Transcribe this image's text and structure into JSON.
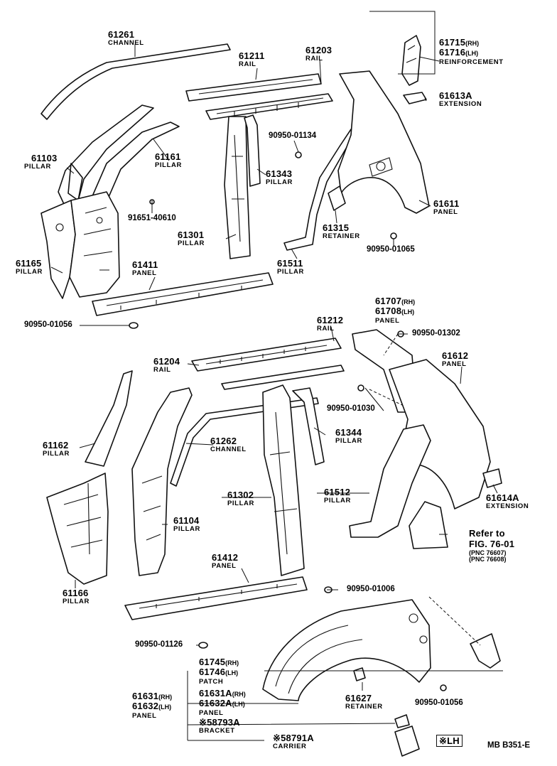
{
  "parts": [
    {
      "id": "p61261",
      "number": "61261",
      "name": "CHANNEL"
    },
    {
      "id": "p61211",
      "number": "61211",
      "name": "RAIL"
    },
    {
      "id": "p61203",
      "number": "61203",
      "name": "RAIL"
    },
    {
      "id": "p61715",
      "number": "61715",
      "suffix": "(RH)"
    },
    {
      "id": "p61716",
      "number": "61716",
      "suffix": "(LH)",
      "name": "REINFORCEMENT"
    },
    {
      "id": "p61613A",
      "number": "61613A",
      "name": "EXTENSION"
    },
    {
      "id": "p61103",
      "number": "61103",
      "name": "PILLAR"
    },
    {
      "id": "p61161",
      "number": "61161",
      "name": "PILLAR"
    },
    {
      "id": "p90950_01134",
      "number": "90950-01134"
    },
    {
      "id": "p61343",
      "number": "61343",
      "name": "PILLAR"
    },
    {
      "id": "p91651_40610",
      "number": "91651-40610"
    },
    {
      "id": "p61301",
      "number": "61301",
      "name": "PILLAR"
    },
    {
      "id": "p61611",
      "number": "61611",
      "name": "PANEL"
    },
    {
      "id": "p61315",
      "number": "61315",
      "name": "RETAINER"
    },
    {
      "id": "p90950_01065",
      "number": "90950-01065"
    },
    {
      "id": "p61165",
      "number": "61165",
      "name": "PILLAR"
    },
    {
      "id": "p61411",
      "number": "61411",
      "name": "PANEL"
    },
    {
      "id": "p61511",
      "number": "61511",
      "name": "PILLAR"
    },
    {
      "id": "p90950_01056a",
      "number": "90950-01056"
    },
    {
      "id": "p61707",
      "number": "61707",
      "suffix": "(RH)"
    },
    {
      "id": "p61708",
      "number": "61708",
      "suffix": "(LH)",
      "name": "PANEL"
    },
    {
      "id": "p61212",
      "number": "61212",
      "name": "RAIL"
    },
    {
      "id": "p90950_01302",
      "number": "90950-01302"
    },
    {
      "id": "p61612",
      "number": "61612",
      "name": "PANEL"
    },
    {
      "id": "p61204",
      "number": "61204",
      "name": "RAIL"
    },
    {
      "id": "p90950_01030",
      "number": "90950-01030"
    },
    {
      "id": "p61162",
      "number": "61162",
      "name": "PILLAR"
    },
    {
      "id": "p61262",
      "number": "61262",
      "name": "CHANNEL"
    },
    {
      "id": "p61344",
      "number": "61344",
      "name": "PILLAR"
    },
    {
      "id": "p61614A",
      "number": "61614A",
      "name": "EXTENSION"
    },
    {
      "id": "p61302",
      "number": "61302",
      "name": "PILLAR"
    },
    {
      "id": "p61512",
      "number": "61512",
      "name": "PILLAR"
    },
    {
      "id": "p61104",
      "number": "61104",
      "name": "PILLAR"
    },
    {
      "id": "p61412",
      "number": "61412",
      "name": "PANEL"
    },
    {
      "id": "p90950_01006",
      "number": "90950-01006"
    },
    {
      "id": "p61166",
      "number": "61166",
      "name": "PILLAR"
    },
    {
      "id": "p90950_01126",
      "number": "90950-01126"
    },
    {
      "id": "p61745",
      "number": "61745",
      "suffix": "(RH)"
    },
    {
      "id": "p61746",
      "number": "61746",
      "suffix": "(LH)",
      "name": "PATCH"
    },
    {
      "id": "p61631",
      "number": "61631",
      "suffix": "(RH)"
    },
    {
      "id": "p61632",
      "number": "61632",
      "suffix": "(LH)",
      "name": "PANEL"
    },
    {
      "id": "p61631A",
      "number": "61631A",
      "suffix": "(RH)"
    },
    {
      "id": "p61632A",
      "number": "61632A",
      "suffix": "(LH)",
      "name": "PANEL"
    },
    {
      "id": "p61627",
      "number": "61627",
      "name": "RETAINER"
    },
    {
      "id": "p90950_01056b",
      "number": "90950-01056"
    },
    {
      "id": "p58793A",
      "number": "※58793A",
      "name": "BRACKET"
    },
    {
      "id": "p58791A",
      "number": "※58791A",
      "name": "CARRIER"
    }
  ],
  "reference": {
    "line1": "Refer to",
    "line2": "FIG. 76-01",
    "line3": "(PNC 76607)",
    "line4": "(PNC 76608)"
  },
  "legend": {
    "symbol": "※LH"
  },
  "figure_code": "MB  B351-E"
}
